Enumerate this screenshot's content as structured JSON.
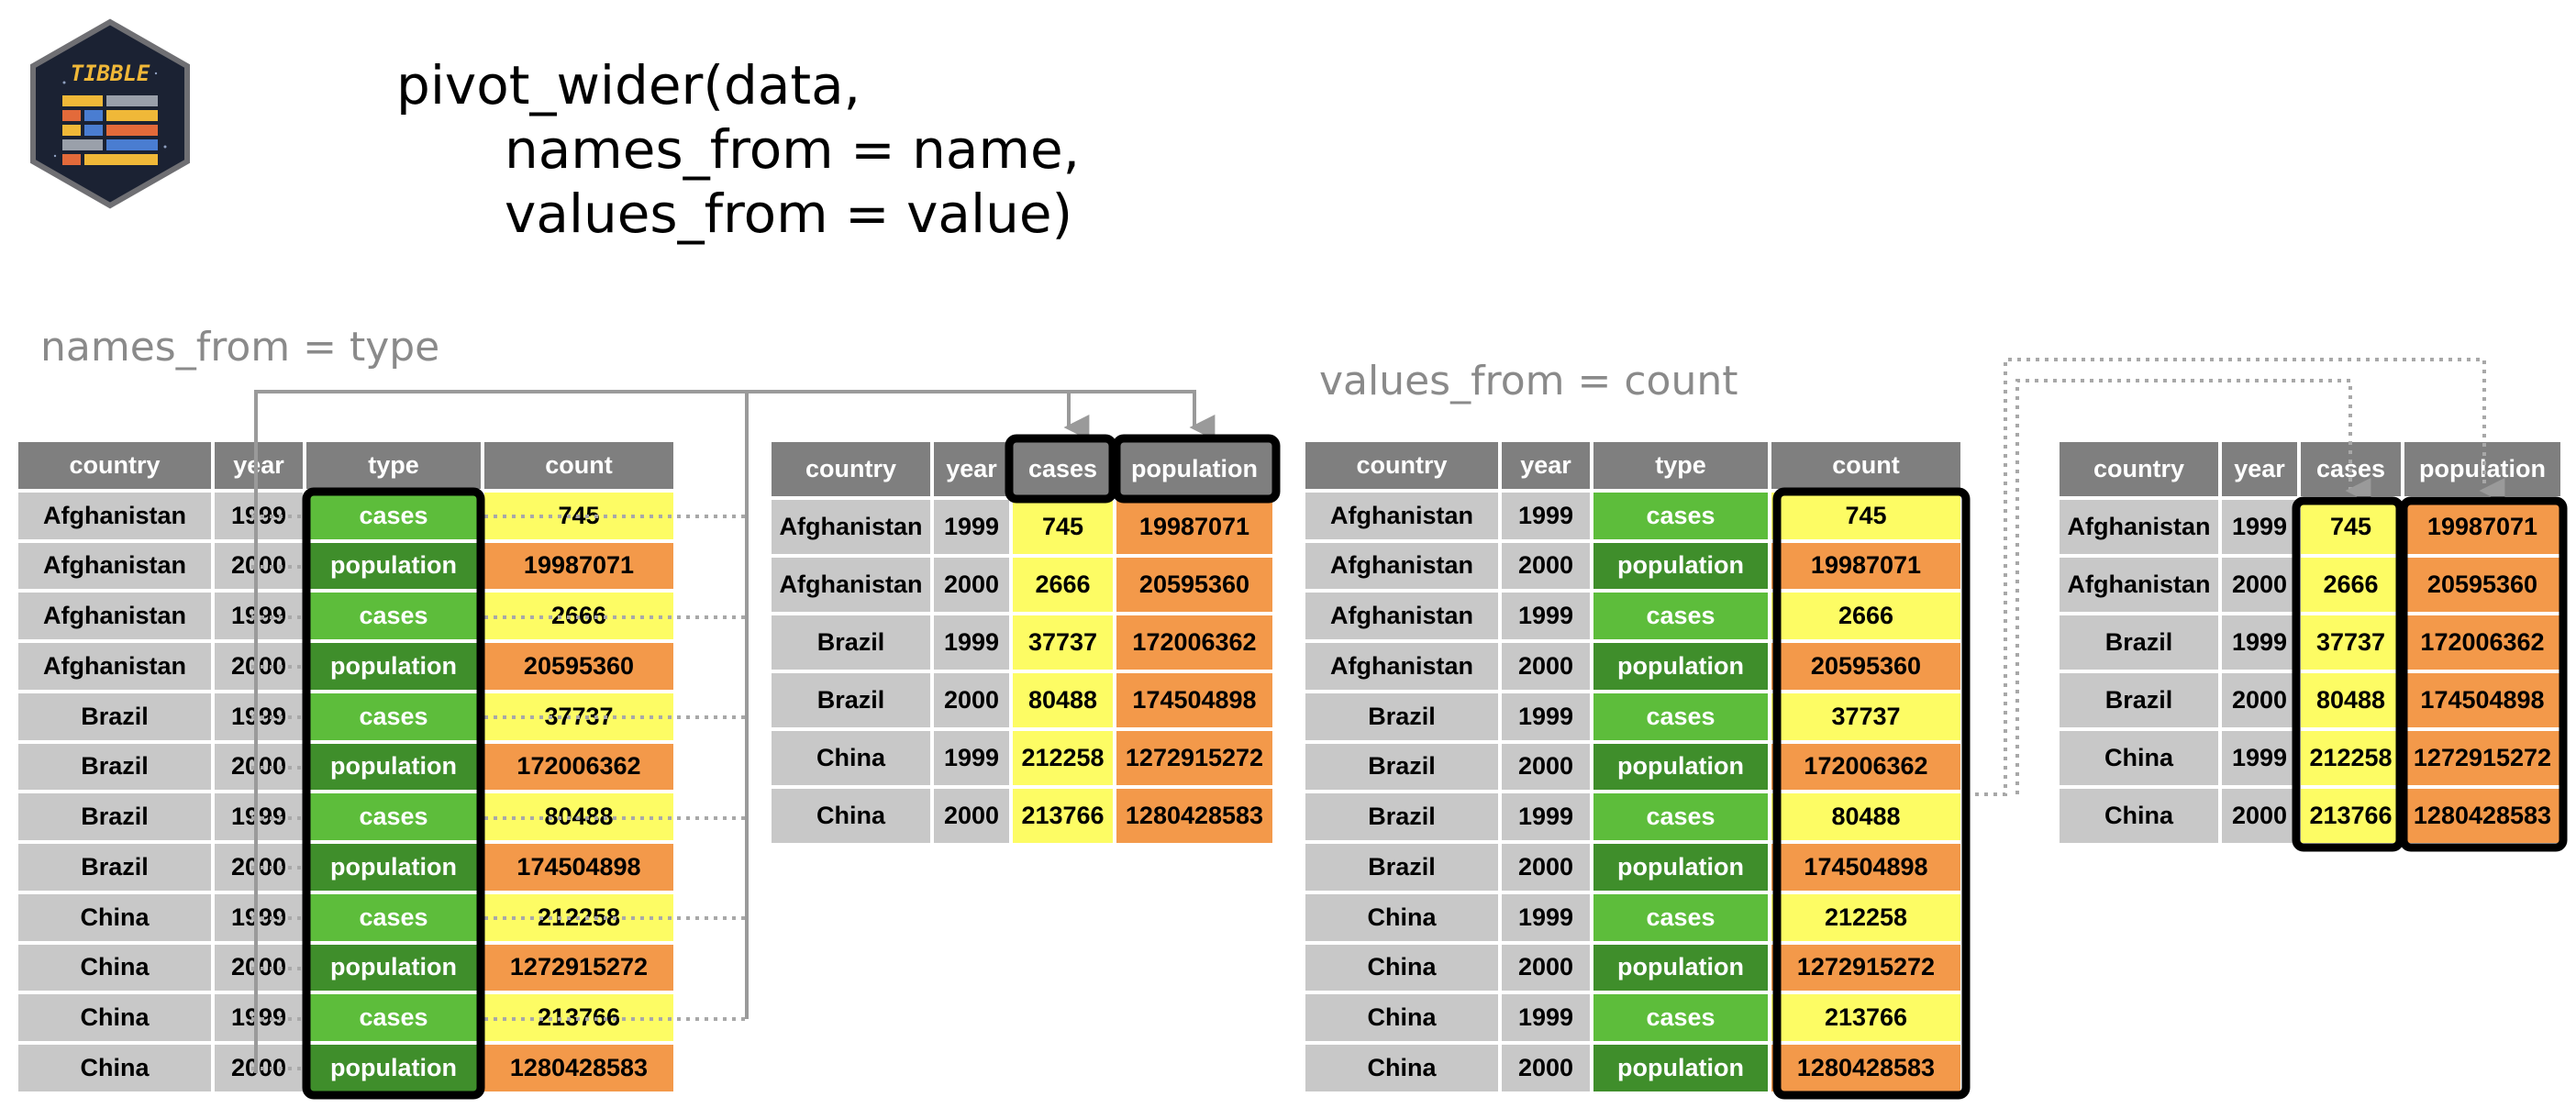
{
  "logo": {
    "text": "TIBBLE"
  },
  "code": {
    "line1": "pivot_wider(data,",
    "line2": "names_from = name,",
    "line3": "values_from = value)"
  },
  "annotations": {
    "names_from": "names_from = type",
    "values_from": "values_from = count"
  },
  "long_table": {
    "headers": [
      "country",
      "year",
      "type",
      "count"
    ],
    "rows": [
      [
        "Afghanistan",
        "1999",
        "cases",
        "745"
      ],
      [
        "Afghanistan",
        "2000",
        "population",
        "19987071"
      ],
      [
        "Afghanistan",
        "1999",
        "cases",
        "2666"
      ],
      [
        "Afghanistan",
        "2000",
        "population",
        "20595360"
      ],
      [
        "Brazil",
        "1999",
        "cases",
        "37737"
      ],
      [
        "Brazil",
        "2000",
        "population",
        "172006362"
      ],
      [
        "Brazil",
        "1999",
        "cases",
        "80488"
      ],
      [
        "Brazil",
        "2000",
        "population",
        "174504898"
      ],
      [
        "China",
        "1999",
        "cases",
        "212258"
      ],
      [
        "China",
        "2000",
        "population",
        "1272915272"
      ],
      [
        "China",
        "1999",
        "cases",
        "213766"
      ],
      [
        "China",
        "2000",
        "population",
        "1280428583"
      ]
    ]
  },
  "wide_table": {
    "headers": [
      "country",
      "year",
      "cases",
      "population"
    ],
    "rows": [
      [
        "Afghanistan",
        "1999",
        "745",
        "19987071"
      ],
      [
        "Afghanistan",
        "2000",
        "2666",
        "20595360"
      ],
      [
        "Brazil",
        "1999",
        "37737",
        "172006362"
      ],
      [
        "Brazil",
        "2000",
        "80488",
        "174504898"
      ],
      [
        "China",
        "1999",
        "212258",
        "1272915272"
      ],
      [
        "China",
        "2000",
        "213766",
        "1280428583"
      ]
    ]
  },
  "colors": {
    "header_gray": "#7f7f7f",
    "key_gray": "#c8c8c8",
    "cases_green": "#5dbd3b",
    "population_green": "#3f8e2b",
    "cases_yellow": "#fdfc64",
    "population_orange": "#f3994a",
    "highlight_border": "#000000",
    "arrow_gray": "#9a9a9a"
  }
}
